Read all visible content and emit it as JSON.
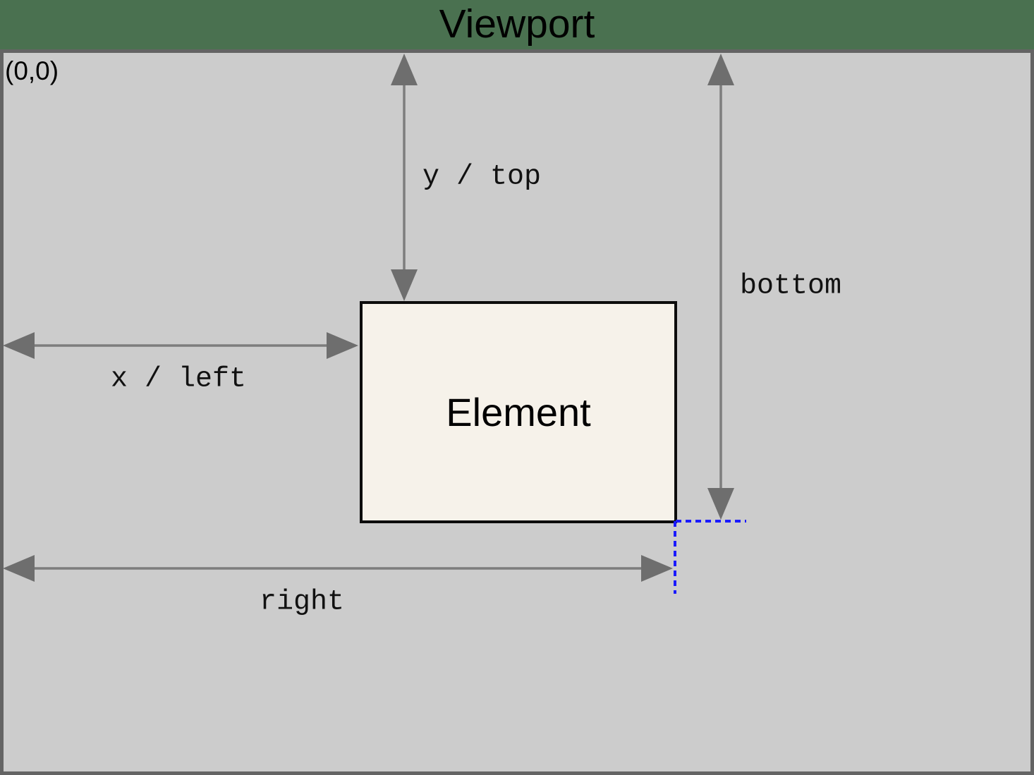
{
  "title": "Viewport",
  "origin_label": "(0,0)",
  "element_label": "Element",
  "labels": {
    "y_top": "y / top",
    "x_left": "x / left",
    "bottom": "bottom",
    "right": "right"
  },
  "colors": {
    "background_green": "#4a7150",
    "viewport_gray": "#cccccc",
    "frame_gray": "#646464",
    "element_fill": "#f6f2ea",
    "arrow_shaft": "#7d7d7d",
    "arrow_head": "#6e6e6e",
    "guide_blue": "#1a1aff"
  }
}
